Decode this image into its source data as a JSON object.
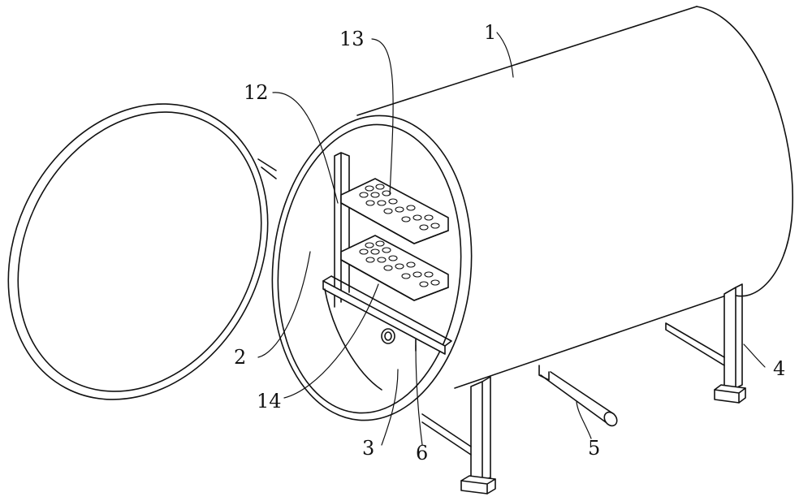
{
  "callouts": [
    {
      "id": "1",
      "text": "1"
    },
    {
      "id": "2",
      "text": "2"
    },
    {
      "id": "3",
      "text": "3"
    },
    {
      "id": "4",
      "text": "4"
    },
    {
      "id": "5",
      "text": "5"
    },
    {
      "id": "6",
      "text": "6"
    },
    {
      "id": "12",
      "text": "12"
    },
    {
      "id": "13",
      "text": "13"
    },
    {
      "id": "14",
      "text": "14"
    }
  ]
}
